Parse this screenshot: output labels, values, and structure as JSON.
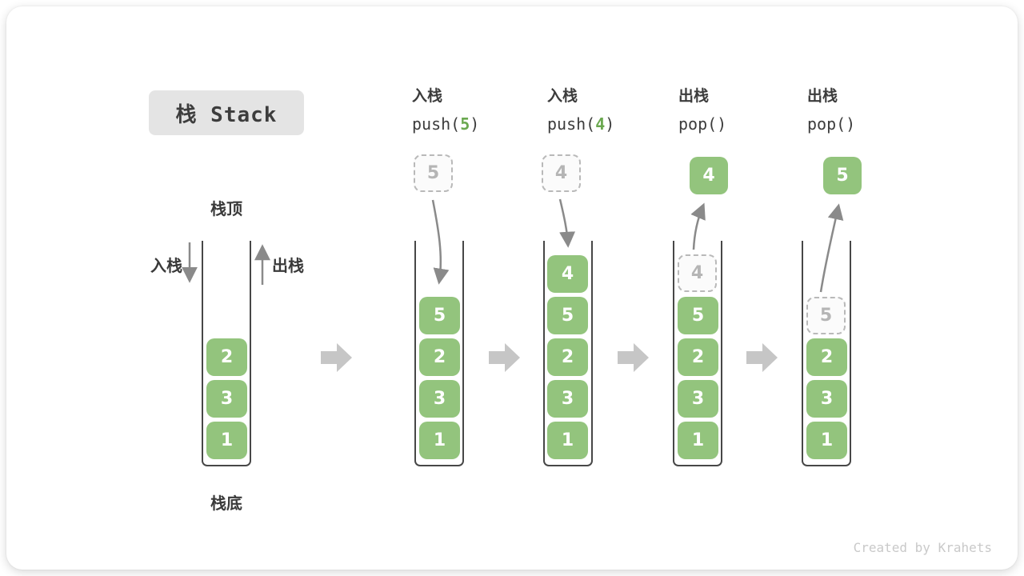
{
  "diagram": {
    "title": "栈 Stack",
    "watermark": "Created by Krahets"
  },
  "labels": {
    "stack_top": "栈顶",
    "stack_bottom": "栈底",
    "push_side": "入栈",
    "pop_side": "出栈"
  },
  "operations": [
    {
      "action": "入栈",
      "code_before": "push(",
      "code_arg": "5",
      "code_after": ")"
    },
    {
      "action": "入栈",
      "code_before": "push(",
      "code_arg": "4",
      "code_after": ")"
    },
    {
      "action": "出栈",
      "code_before": "pop(",
      "code_arg": "",
      "code_after": ")"
    },
    {
      "action": "出栈",
      "code_before": "pop(",
      "code_arg": "",
      "code_after": ")"
    }
  ],
  "floating_values": {
    "push_5": "5",
    "push_4": "4",
    "popped_4": "4",
    "popped_5": "5"
  },
  "stacks": {
    "initial": {
      "items": [
        "2",
        "3",
        "1"
      ]
    },
    "after_push_5": {
      "items": [
        "5",
        "2",
        "3",
        "1"
      ]
    },
    "after_push_4": {
      "items": [
        "4",
        "5",
        "2",
        "3",
        "1"
      ]
    },
    "after_pop_4": {
      "ghost": "4",
      "items": [
        "5",
        "2",
        "3",
        "1"
      ]
    },
    "after_pop_5": {
      "ghost": "5",
      "items": [
        "2",
        "3",
        "1"
      ]
    }
  },
  "colors": {
    "item_green": "#93c47d",
    "code_arg_green": "#6aa84f",
    "flow_arrow_gray": "#8a8a8a",
    "step_arrow_gray": "#c6c6c6",
    "ghost_gray": "#b9b9b9",
    "title_bg": "#e4e4e4",
    "text_dark": "#3c3c3c"
  }
}
